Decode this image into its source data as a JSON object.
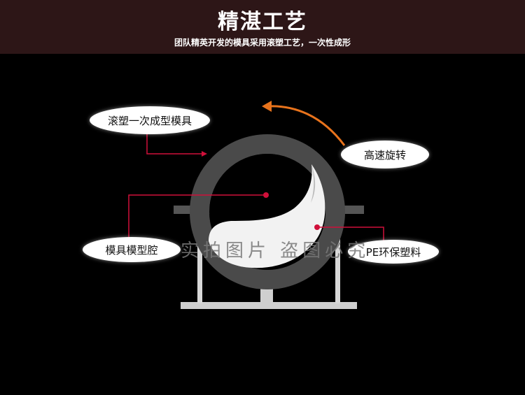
{
  "header": {
    "title": "精湛工艺",
    "subtitle": "团队精英开发的模具采用滚塑工艺，一次性成形"
  },
  "labels": {
    "mold": "滚塑一次成型模具",
    "rotation": "高速旋转",
    "cavity": "模具模型腔",
    "material": "PE环保塑料"
  },
  "watermark": "实拍图片  盗图必究",
  "colors": {
    "header_bg": "#2d1617",
    "leader_line": "#d0103a",
    "rotation_arrow": "#e8731c",
    "ring": "#4a4a4a",
    "support": "#cfcfcf"
  }
}
